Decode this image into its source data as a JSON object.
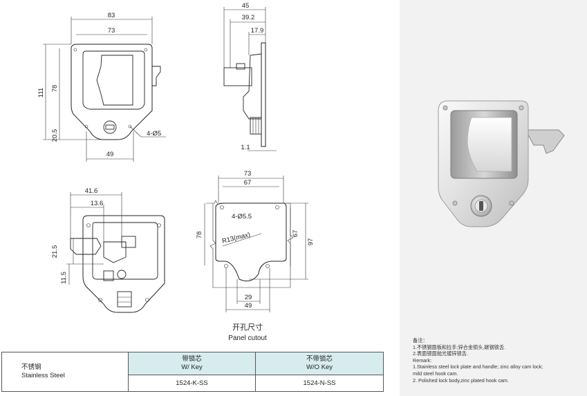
{
  "front_view": {
    "width_outer": "83",
    "width_inner": "73",
    "height_total": "111",
    "height_inner": "78",
    "height_bottom": "20.5",
    "width_bottom": "49",
    "holes": "4-Ø5"
  },
  "side_view": {
    "depth_total": "45",
    "depth_mid": "39.2",
    "depth_small": "17.9",
    "plate": "1.1"
  },
  "back_view": {
    "dim_a": "41.6",
    "dim_b": "13.6",
    "dim_c": "21.5",
    "dim_d": "11.5"
  },
  "cutout_view": {
    "top_outer": "73",
    "top_inner": "67",
    "holes": "4-Ø5.5",
    "radius": "R13(max)",
    "height_left": "78",
    "height_inner": "67",
    "height_right": "97",
    "bottom_inner": "29",
    "bottom_outer": "49",
    "title_cn": "开孔尺寸",
    "title_en": "Panel cutout"
  },
  "table": {
    "material_cn": "不锈钢",
    "material_en": "Stainless Steel",
    "col1_cn": "带锁芯",
    "col1_en": "W/ Key",
    "col2_cn": "不带锁芯",
    "col2_en": "W/O Key",
    "model1": "1524-K-SS",
    "model2": "1524-N-SS"
  },
  "remarks": {
    "title": "备注：",
    "line1": "1.不锈钢面板和拉手;锌合金锁头,碳钢锁舌.",
    "line2": "2.表面镜面抛光镀锌锁舌.",
    "title_en": "Remark:",
    "line3": "1.Stainless steel lock plate and handle; zinc alloy cam lock;",
    "line4": "mild steel hook cam.",
    "line5": "2. Polished lock body,zinc plated hook cam."
  },
  "colors": {
    "table_header": "#d7ecef",
    "panel_bg": "#f2f2f2",
    "steel_light": "#f4f4f4",
    "steel_dark": "#9a9a9a"
  }
}
